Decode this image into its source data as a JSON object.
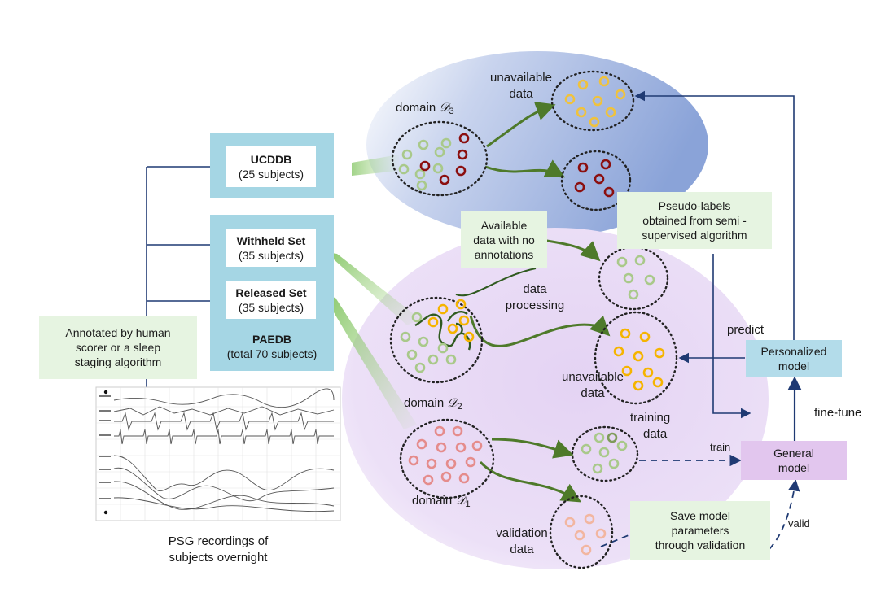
{
  "datasets": {
    "ucddb": {
      "name": "UCDDB",
      "subjects": "(25 subjects)"
    },
    "withheld": {
      "name": "Withheld Set",
      "subjects": "(35 subjects)"
    },
    "released": {
      "name": "Released Set",
      "subjects": "(35 subjects)"
    },
    "paedb": {
      "name": "PAEDB",
      "subjects": "(total 70 subjects)"
    }
  },
  "annotation": {
    "line1": "Annotated by human",
    "line2": "scorer or a sleep",
    "line3": "staging algorithm"
  },
  "psg": {
    "line1": "PSG recordings of",
    "line2": "subjects overnight"
  },
  "domains": {
    "d3": {
      "prefix": "domain ",
      "symbol": "𝒟",
      "sub": "3"
    },
    "d2": {
      "prefix": "domain ",
      "symbol": "𝒟",
      "sub": "2"
    },
    "d1": {
      "prefix": "domain ",
      "symbol": "𝒟",
      "sub": "1"
    }
  },
  "labels": {
    "unavailable_top": {
      "line1": "unavailable",
      "line2": "data"
    },
    "available": {
      "line1": "Available",
      "line2": "data with no",
      "line3": "annotations"
    },
    "pseudo": {
      "line1": "Pseudo-labels",
      "line2": "obtained from semi -",
      "line3": "supervised algorithm"
    },
    "data_processing": {
      "line1": "data",
      "line2": "processing"
    },
    "unavailable_mid": {
      "line1": "unavailable",
      "line2": "data"
    },
    "training": {
      "line1": "training",
      "line2": "data"
    },
    "validation": {
      "line1": "validation",
      "line2": "data"
    },
    "save_model": {
      "line1": "Save model",
      "line2": "parameters",
      "line3": "through validation"
    },
    "predict": "predict",
    "fine_tune": "fine-tune",
    "train": "train",
    "valid": "valid"
  },
  "models": {
    "personalized": {
      "line1": "Personalized",
      "line2": "model"
    },
    "general": {
      "line1": "General",
      "line2": "model"
    }
  },
  "colors": {
    "domain3_bg": "#9db3e0",
    "domain_bg": "#e6d6f3",
    "dataset_box": "#a5d6e4",
    "note_box": "#e6f4e1",
    "general_model": "#e2c6ee",
    "arrow_blue": "#1f3a73",
    "arrow_green": "#4e7a2a",
    "ring_green": "#a9c98a",
    "ring_red": "#8b0f0f",
    "ring_yellow": "#f0c23c",
    "ring_orange": "#f5b400",
    "ring_pink": "#e58c8c",
    "ring_peach": "#f2b6a0"
  }
}
